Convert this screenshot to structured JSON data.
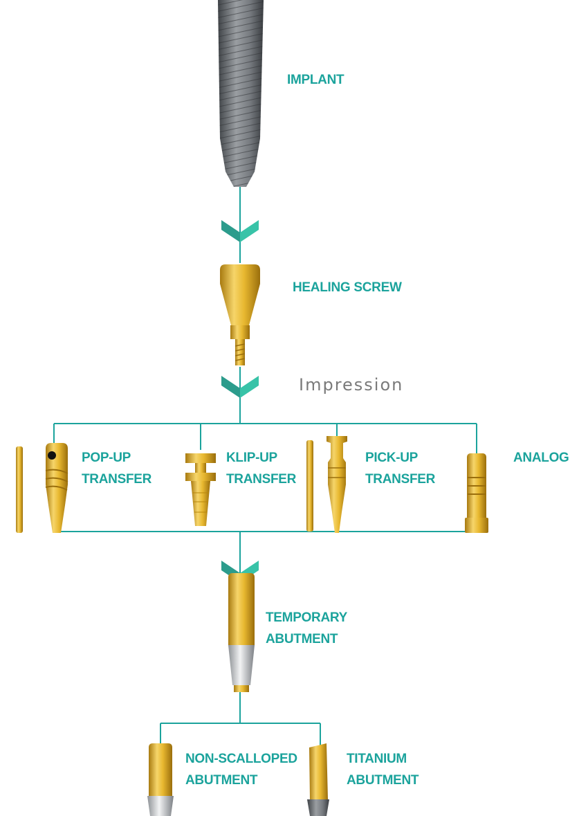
{
  "colors": {
    "teal": "#1ba39c",
    "gold": "#e8b830",
    "titanium": "#b9bcbf",
    "implant": "#6f7377"
  },
  "labels": {
    "implant": "IMPLANT",
    "healing_screw": "HEALING SCREW",
    "impression": "Impression",
    "popup_line1": "POP-UP",
    "popup_line2": "TRANSFER",
    "klipup_line1": "KLIP-UP",
    "klipup_line2": "TRANSFER",
    "pickup_line1": "PICK-UP",
    "pickup_line2": "TRANSFER",
    "analog": "ANALOG",
    "temporary_line1": "TEMPORARY",
    "temporary_line2": "ABUTMENT",
    "nonscalloped_line1": "NON-SCALLOPED",
    "nonscalloped_line2": "ABUTMENT",
    "titanium_line1": "TITANIUM",
    "titanium_line2": "ABUTMENT"
  },
  "icons": [
    "implant-icon",
    "healing-screw-icon",
    "chevron-down-icon",
    "pop-up-transfer-icon",
    "klip-up-transfer-icon",
    "pick-up-transfer-icon",
    "analog-icon",
    "temporary-abutment-icon",
    "non-scalloped-abutment-icon",
    "titanium-abutment-icon"
  ]
}
